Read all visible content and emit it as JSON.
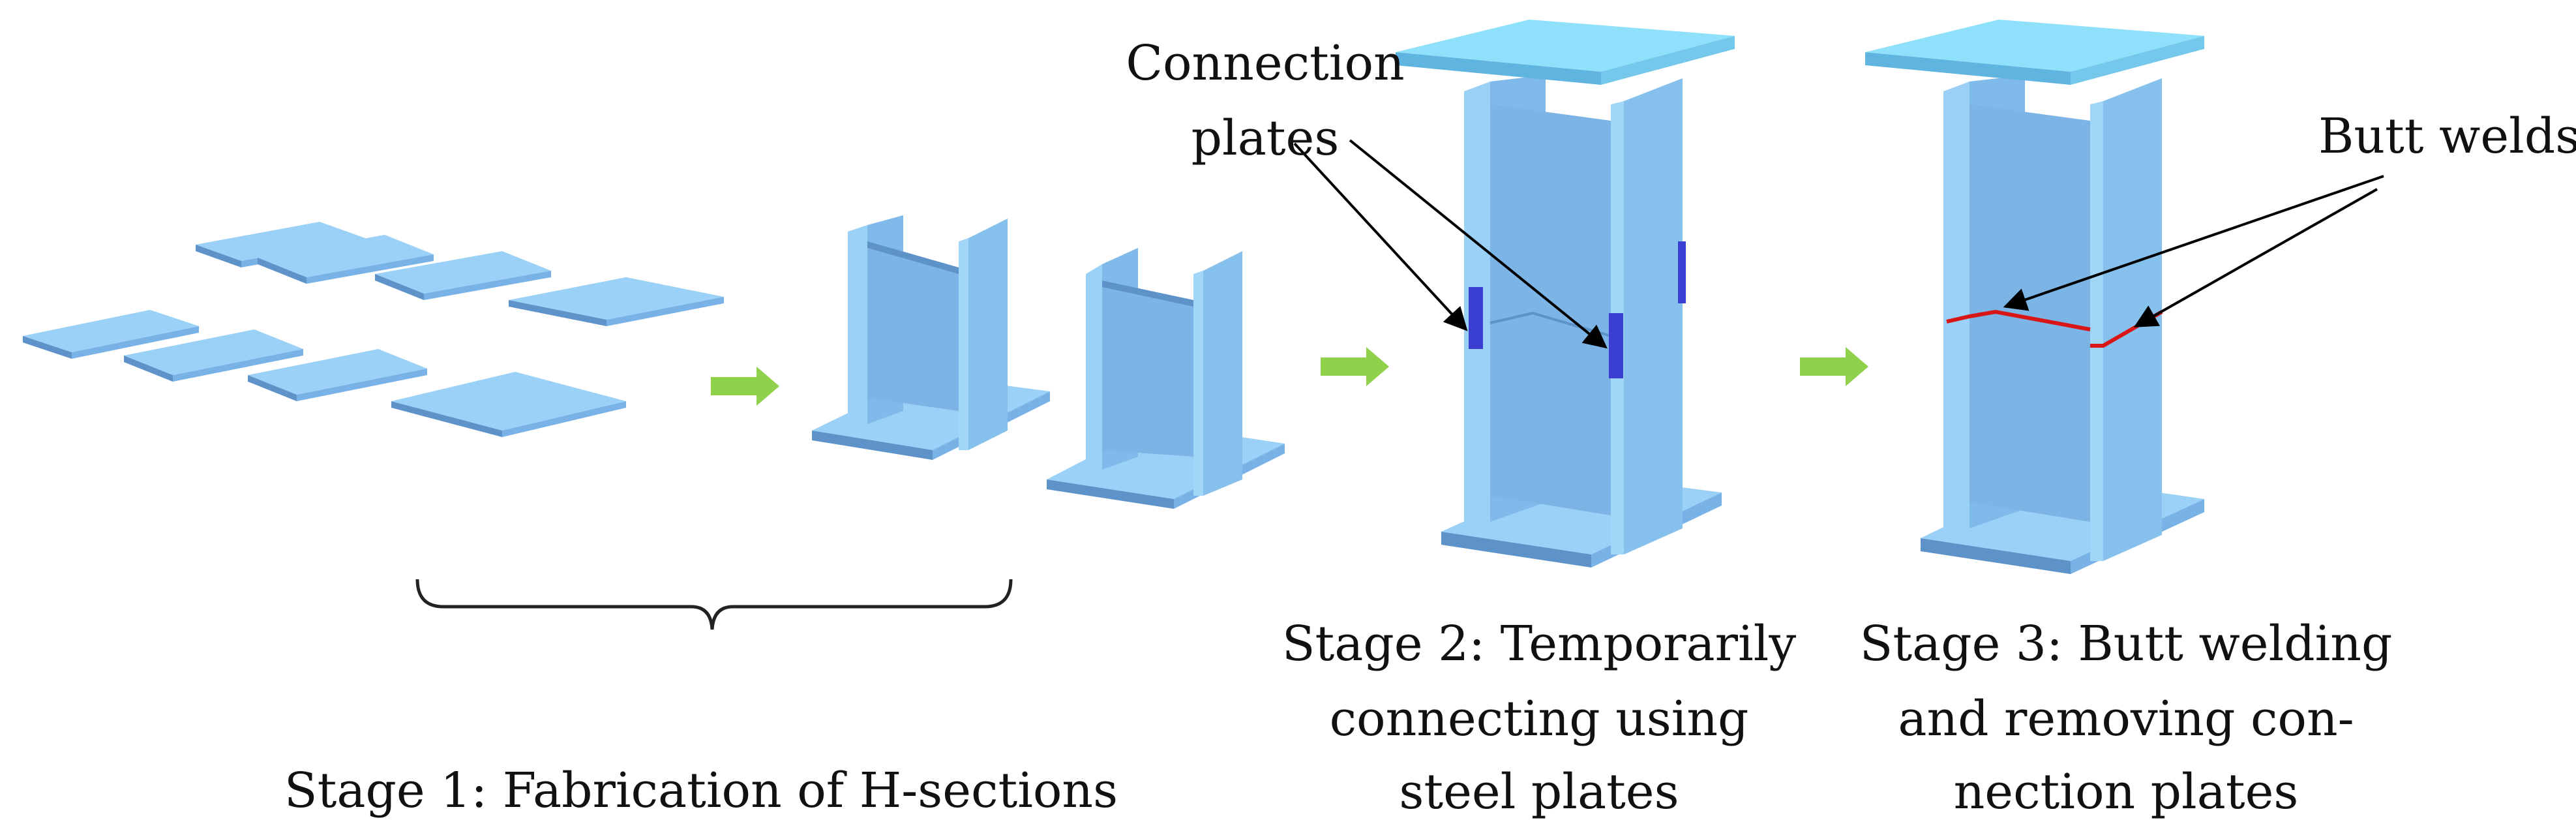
{
  "figure": {
    "stage1_caption": "Stage 1: Fabrication of H-sections",
    "stage2_caption": [
      "Stage 2: Temporarily",
      "connecting using",
      "steel plates"
    ],
    "stage3_caption": [
      "Stage 3: Butt welding",
      "and removing con-",
      "nection plates"
    ],
    "callout_connection_plates": [
      "Connection",
      "plates"
    ],
    "callout_butt_welds": "Butt welds"
  },
  "colors": {
    "plate_light": "#92cdf6",
    "plate_mid": "#78b2e6",
    "plate_dark": "#5d93c8",
    "top_plate": "#8ee0fb",
    "arrow_green": "#8fd14a",
    "connection_plate": "#3b3fd1",
    "weld_red": "#d81616"
  }
}
